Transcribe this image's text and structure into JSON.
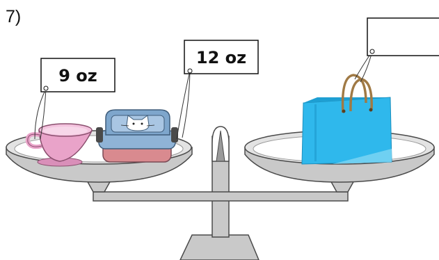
{
  "problem": {
    "number_label": "7)"
  },
  "tags": {
    "cup_weight": "9 oz",
    "lunchbox_weight": "12 oz",
    "bag_weight": ""
  },
  "colors": {
    "scale_gray": "#c8c8c8",
    "scale_outline": "#4a4a4a",
    "cup_pink": "#e9a3c9",
    "lunchbox_blue": "#7ea6cc",
    "lunchbox_red": "#d98a8f",
    "bag_blue": "#2fb8ec",
    "bag_handle": "#a07a45"
  },
  "objects": {
    "left_pan_items": [
      "teacup-icon",
      "lunchbox-icon"
    ],
    "right_pan_items": [
      "shopping-bag-icon"
    ]
  }
}
